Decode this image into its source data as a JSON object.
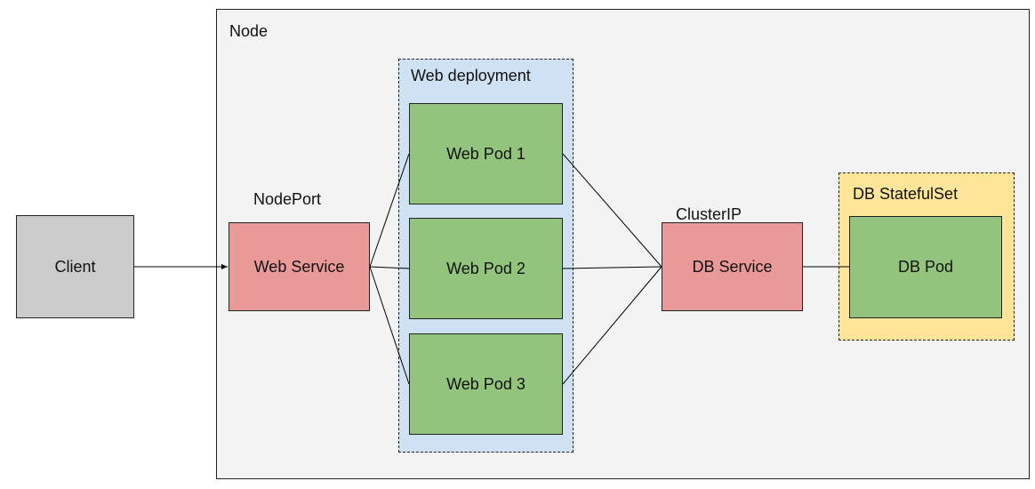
{
  "colors": {
    "node_fill": "#f3f3f3",
    "deployment_fill": "#cfe2f3",
    "statefulset_fill": "#ffe599",
    "client_fill": "#cccccc",
    "service_fill": "#ea9999",
    "pod_fill": "#93c47d",
    "line": "#000000"
  },
  "containers": {
    "node": "Node",
    "web_deployment": "Web deployment",
    "db_statefulset": "DB StatefulSet"
  },
  "nodes": {
    "client": "Client",
    "web_service": "Web Service",
    "web_pod_1": "Web Pod 1",
    "web_pod_2": "Web Pod 2",
    "web_pod_3": "Web Pod 3",
    "db_service": "DB Service",
    "db_pod": "DB Pod"
  },
  "annotations": {
    "nodeport": "NodePort",
    "clusterip": "ClusterIP"
  },
  "edges": [
    {
      "from": "Client",
      "to": "Web Service",
      "arrow": true
    },
    {
      "from": "Web Service",
      "to": "Web Pod 1",
      "arrow": false
    },
    {
      "from": "Web Service",
      "to": "Web Pod 2",
      "arrow": false
    },
    {
      "from": "Web Service",
      "to": "Web Pod 3",
      "arrow": false
    },
    {
      "from": "Web Pod 1",
      "to": "DB Service",
      "arrow": false
    },
    {
      "from": "Web Pod 2",
      "to": "DB Service",
      "arrow": false
    },
    {
      "from": "Web Pod 3",
      "to": "DB Service",
      "arrow": false
    },
    {
      "from": "DB Service",
      "to": "DB Pod",
      "arrow": false
    }
  ]
}
